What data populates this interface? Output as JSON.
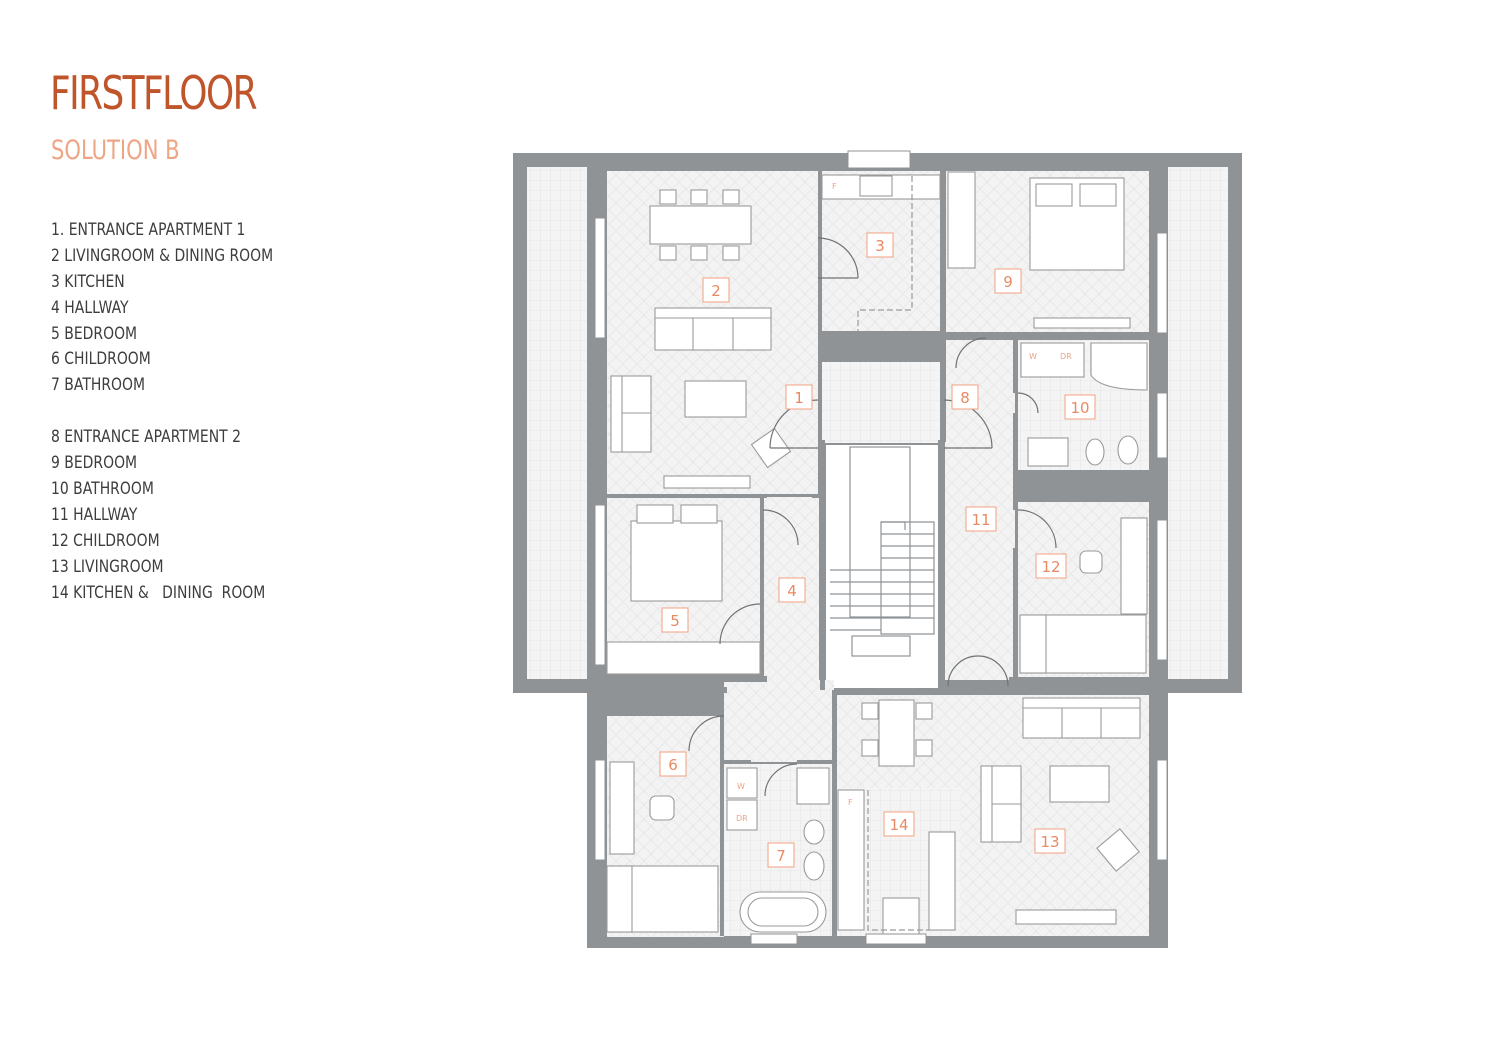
{
  "header": {
    "title": "FIRSTFLOOR",
    "subtitle": "SOLUTION B"
  },
  "legend": {
    "apartment_1": [
      "1. ENTRANCE APARTMENT 1",
      "2 LIVINGROOM & DINING ROOM",
      "3 KITCHEN",
      "4 HALLWAY",
      "5 BEDROOM",
      "6 CHILDROOM",
      "7 BATHROOM"
    ],
    "apartment_2": [
      "8 ENTRANCE APARTMENT 2",
      "9 BEDROOM",
      "10 BATHROOM",
      "11 HALLWAY",
      "12 CHILDROOM",
      "13 LIVINGROOM",
      "14 KITCHEN &   DINING  ROOM"
    ]
  },
  "plan": {
    "room_numbers": [
      "1",
      "2",
      "3",
      "4",
      "5",
      "6",
      "7",
      "8",
      "9",
      "10",
      "11",
      "12",
      "13",
      "14"
    ],
    "fixture_labels": {
      "fridge": "F",
      "washer": "W",
      "dryer": "DR"
    },
    "colors": {
      "wall": "#8f9396",
      "floor": "#f2f2f2",
      "balcony": "#f4f4f4",
      "label_box": "#f3a281",
      "label_text": "#e88a63",
      "title": "#c0542a",
      "subtitle": "#eea584"
    }
  }
}
